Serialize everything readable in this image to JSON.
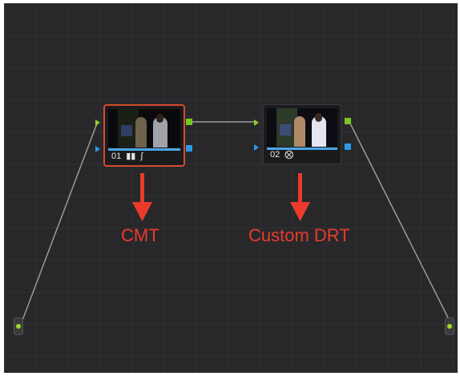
{
  "nodes": [
    {
      "number": "01",
      "icons": [
        "levels-icon",
        "curves-icon"
      ],
      "selected": true
    },
    {
      "number": "02",
      "icons": [
        "effect-icon"
      ],
      "selected": false
    }
  ],
  "annotations": {
    "label_1": "CMT",
    "label_2": "Custom DRT",
    "color": "#ea3b2d"
  },
  "colors": {
    "background": "#28282b",
    "selection_border": "#d64a2f",
    "rgb_port": "#78c820",
    "alpha_port": "#2f9ae6"
  }
}
